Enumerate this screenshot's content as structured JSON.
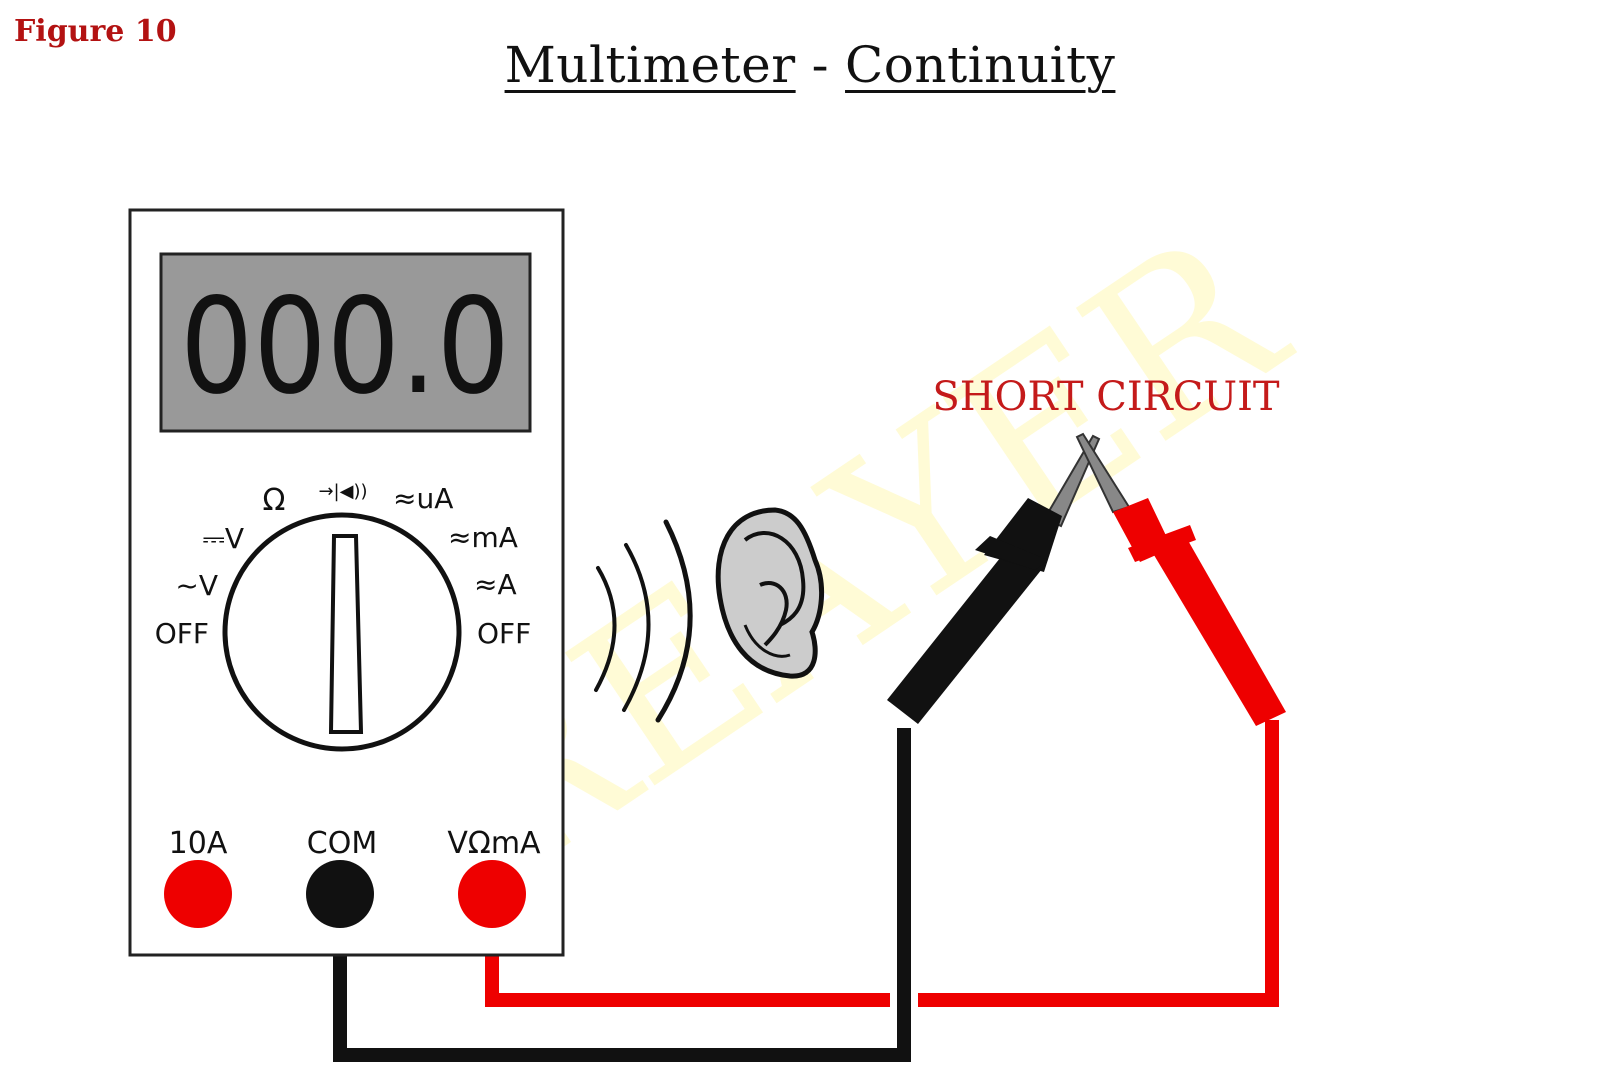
{
  "figure_label": "Figure 10",
  "title": {
    "left": "Multimeter",
    "separator": "-",
    "right": "Continuity"
  },
  "watermark": "REAYER",
  "multimeter": {
    "display_value": "000.0",
    "dial": {
      "left_labels": [
        "⎓V",
        "~V",
        "OFF"
      ],
      "top_labels": [
        "Ω",
        "→|◀))",
        "≈uA"
      ],
      "right_labels": [
        "≈mA",
        "≈A",
        "OFF"
      ]
    },
    "ports": [
      {
        "label": "10A",
        "color": "#ee0000"
      },
      {
        "label": "COM",
        "color": "#000000"
      },
      {
        "label": "VΩmA",
        "color": "#ee0000"
      }
    ]
  },
  "annotation": "SHORT CIRCUIT",
  "colors": {
    "red": "#ee0000",
    "black": "#111111",
    "display_bg": "#999999",
    "annotation": "#c41a1a",
    "watermark": "#fffbd6"
  }
}
